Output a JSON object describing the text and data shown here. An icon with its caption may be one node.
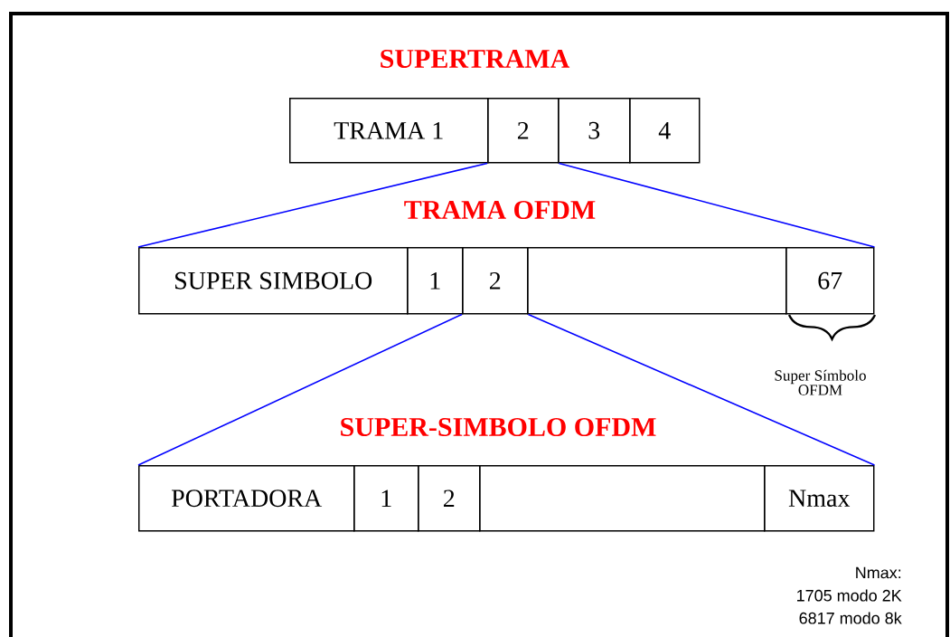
{
  "diagram": {
    "nodes": [
      {
        "text": [
          "TRAMA 1"
        ]
      },
      {
        "text": [
          "2"
        ]
      },
      {
        "text": [
          "3"
        ]
      },
      {
        "text": [
          "4"
        ]
      },
      {
        "text": [
          "SUPER SIMBOLO"
        ]
      },
      {
        "text": [
          "1"
        ]
      },
      {
        "text": [
          "2"
        ]
      },
      {
        "text": [],
        "shape": "box"
      },
      {
        "text": [
          "67"
        ],
        "beside": [
          "Super Símbolo OFDM"
        ]
      },
      {
        "text": [
          "PORTADORA"
        ]
      },
      {
        "text": [
          "1"
        ]
      },
      {
        "text": [
          "2"
        ]
      },
      {
        "text": [],
        "shape": "box"
      },
      {
        "text": [
          "Nmax"
        ]
      }
    ],
    "edges": [
      {
        "from": 1,
        "to": 4,
        "arrow": "none"
      },
      {
        "from": 1,
        "to": 8,
        "arrow": "none"
      },
      {
        "from": 6,
        "to": 9,
        "arrow": "none"
      },
      {
        "from": 6,
        "to": 13,
        "arrow": "none"
      }
    ],
    "labels": [
      "SUPERTRAMA",
      "TRAMA OFDM",
      "SUPER-SIMBOLO OFDM",
      "Nmax:",
      "1705 modo 2K",
      "6817 modo 8k"
    ]
  }
}
